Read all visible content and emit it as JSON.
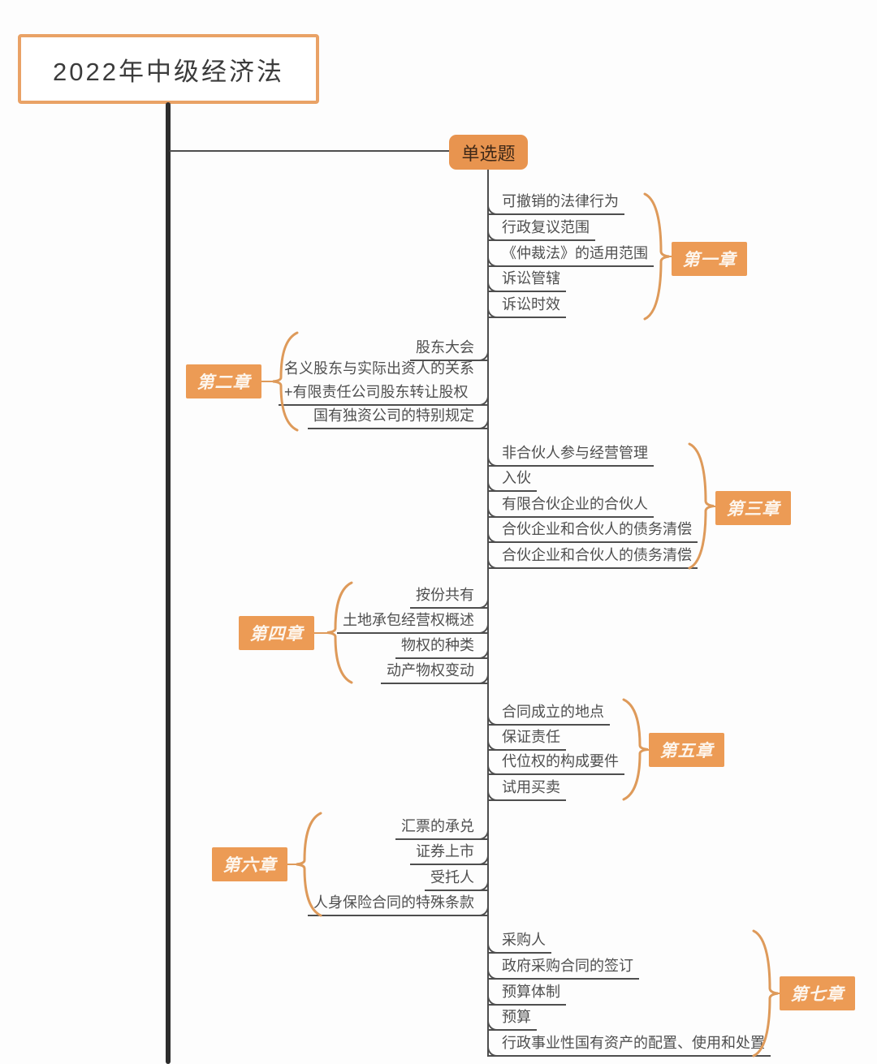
{
  "title": "2022年中级经济法",
  "root_node": "单选题",
  "colors": {
    "accent": "#EC9B55",
    "root_fill": "#E8944F",
    "brace": "#DE9A5A",
    "title_border": "#E9A266",
    "trunk": "#2D2D2D",
    "line": "#4E4E4E",
    "topic_text": "#4F4F4F",
    "label_text": "#FDF5EC",
    "title_text": "#3B3B3B",
    "root_text": "#3F2817"
  },
  "chapters": [
    {
      "label": "第一章",
      "side": "right",
      "topics": [
        "可撤销的法律行为",
        "行政复议范围",
        "《仲裁法》的适用范围",
        "诉讼管辖",
        "诉讼时效"
      ]
    },
    {
      "label": "第二章",
      "side": "left",
      "topics": [
        "股东大会",
        "名义股东与实际出资人的关系\n+有限责任公司股东转让股权",
        "国有独资公司的特别规定"
      ]
    },
    {
      "label": "第三章",
      "side": "right",
      "topics": [
        "非合伙人参与经营管理",
        "入伙",
        "有限合伙企业的合伙人",
        "合伙企业和合伙人的债务清偿",
        "合伙企业和合伙人的债务清偿"
      ]
    },
    {
      "label": "第四章",
      "side": "left",
      "topics": [
        "按份共有",
        "土地承包经营权概述",
        "物权的种类",
        "动产物权变动"
      ]
    },
    {
      "label": "第五章",
      "side": "right",
      "topics": [
        "合同成立的地点",
        "保证责任",
        "代位权的构成要件",
        "试用买卖"
      ]
    },
    {
      "label": "第六章",
      "side": "left",
      "topics": [
        "汇票的承兑",
        "证券上市",
        "受托人",
        "人身保险合同的特殊条款"
      ]
    },
    {
      "label": "第七章",
      "side": "right",
      "topics": [
        "采购人",
        "政府采购合同的签订",
        "预算体制",
        "预算",
        "行政事业性国有资产的配置、使用和处置"
      ]
    }
  ]
}
